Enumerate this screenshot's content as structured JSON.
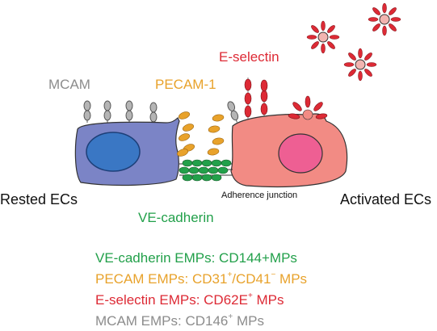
{
  "colors": {
    "gray": "#8c8c8c",
    "orange": "#e8a22b",
    "red": "#dd2a35",
    "green": "#22a04a",
    "rested_cell": "#7b84c6",
    "rested_nucleus": "#3a77c4",
    "activated_cell": "#f28b84",
    "activated_nucleus": "#ee5f93"
  },
  "labels": {
    "mcam": "MCAM",
    "pecam": "PECAM-1",
    "eselectin": "E-selectin",
    "rested": "Rested ECs",
    "activated": "Activated ECs",
    "adherence": "Adherence junction",
    "vecadherin": "VE-cadherin"
  },
  "legend": {
    "vecadherin": {
      "prefix": "VE-cadherin EMPs: CD144+MPs"
    },
    "pecam": {
      "prefix": "PECAM EMPs: CD31",
      "sup1": "+",
      "mid": "/CD41",
      "sup2": "−",
      "suffix": " MPs"
    },
    "eselectin": {
      "prefix": "E-selectin EMPs: CD62E",
      "sup": "+",
      "suffix": " MPs"
    },
    "mcam": {
      "prefix": "MCAM EMPs: CD146",
      "sup": "+",
      "suffix": " MPs"
    }
  }
}
